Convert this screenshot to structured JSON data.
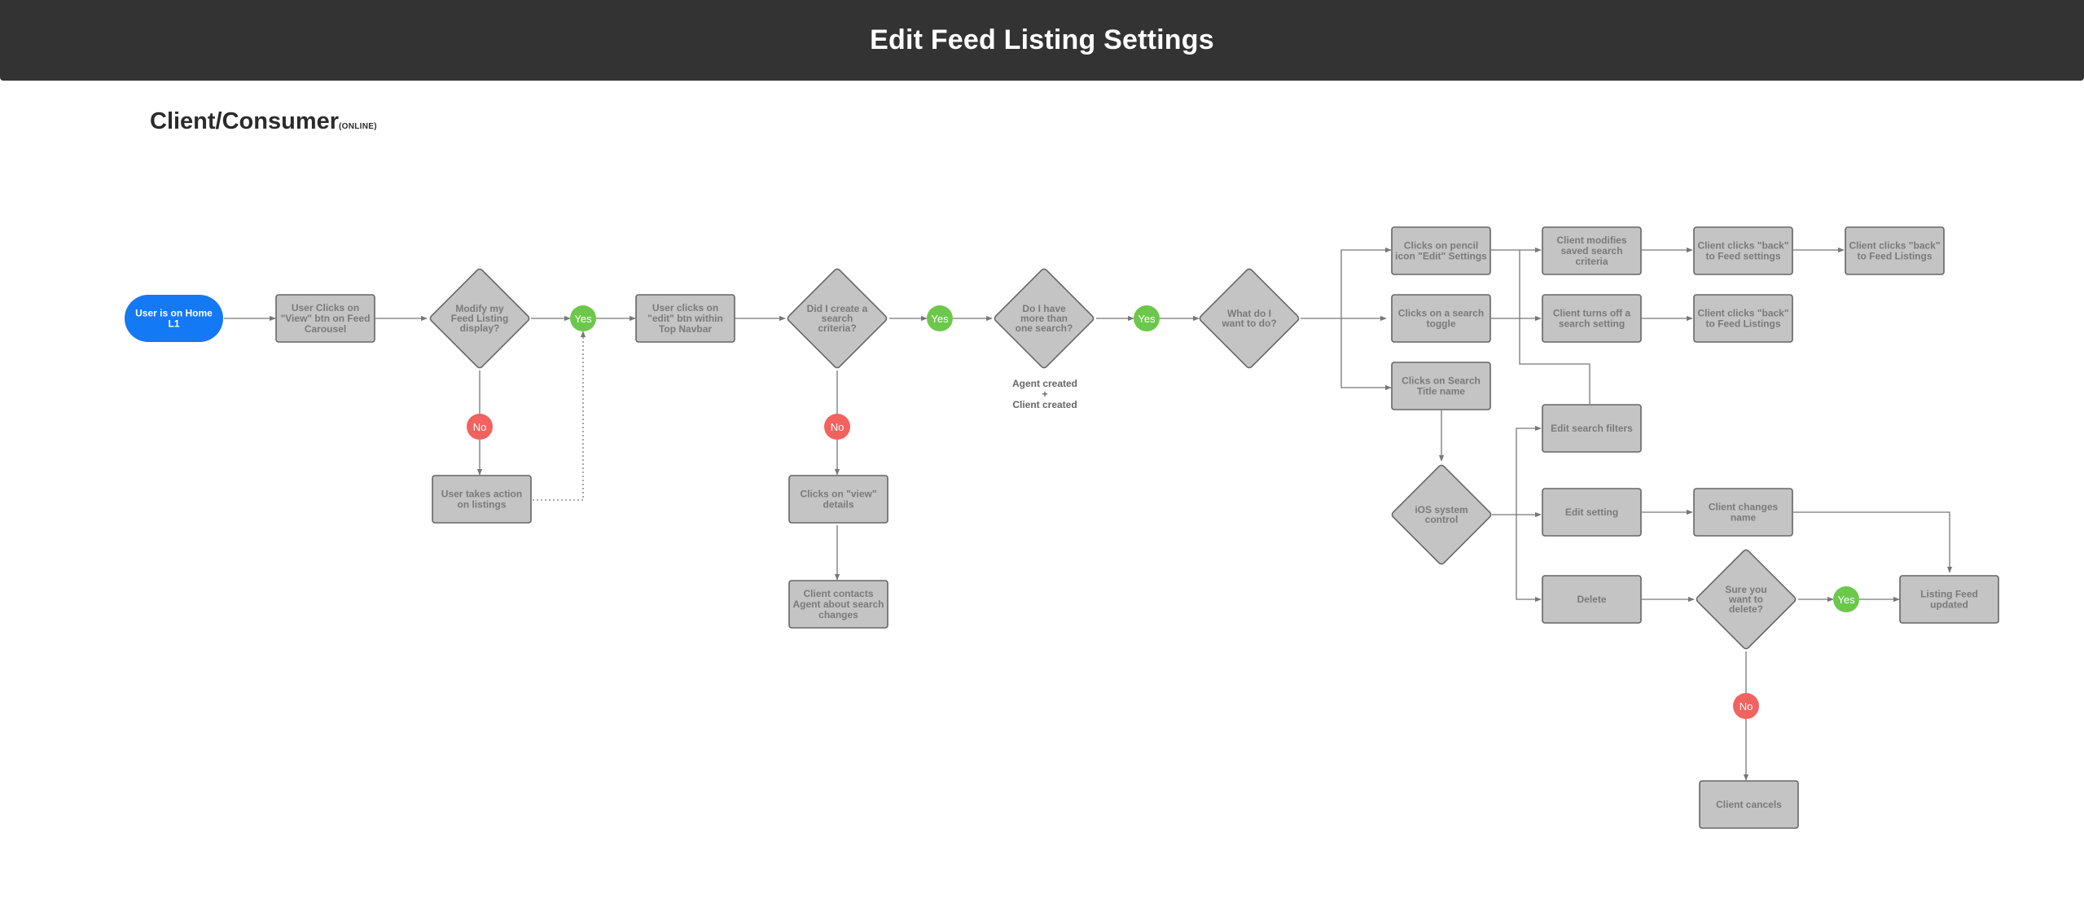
{
  "header": {
    "title": "Edit Feed Listing Settings"
  },
  "section": {
    "title": "Client/Consumer",
    "subtitle": "(ONLINE)"
  },
  "colors": {
    "header_bg": "#333333",
    "start": "#1479f5",
    "node_fill": "#c4c4c4",
    "node_stroke": "#666666",
    "yes": "#6cc84b",
    "no": "#f2625f",
    "edge": "#777777"
  },
  "nodes": {
    "start": [
      "User is on Home",
      "L1"
    ],
    "view_btn": [
      "User Clicks on",
      "\"View\" btn on Feed",
      "Carousel"
    ],
    "modify_display": [
      "Modify my",
      "Feed Listing",
      "display?"
    ],
    "take_action": [
      "User takes action",
      "on listings"
    ],
    "edit_btn": [
      "User clicks on",
      "\"edit\" btn within",
      "Top Navbar"
    ],
    "created_criteria": [
      "Did I create a",
      "search",
      "criteria?"
    ],
    "view_details": [
      "Clicks on \"view\"",
      "details"
    ],
    "contact_agent": [
      "Client contacts",
      "Agent about search",
      "changes"
    ],
    "more_than_one": [
      "Do I have",
      "more than",
      "one search?"
    ],
    "created_note": [
      "Agent created",
      "+",
      "Client created"
    ],
    "what_to_do": [
      "What do I",
      "want to do?"
    ],
    "pencil_icon": [
      "Clicks on pencil",
      "icon \"Edit\" Settings"
    ],
    "search_toggle": [
      "Clicks on a search",
      "toggle"
    ],
    "search_title": [
      "Clicks on Search",
      "Title name"
    ],
    "modifies_criteria": [
      "Client modifies",
      "saved search",
      "criteria"
    ],
    "turns_off": [
      "Client turns off a",
      "search setting"
    ],
    "back_feed_settings": [
      "Client clicks \"back\"",
      "to Feed settings"
    ],
    "back_feed_listings_1": [
      "Client clicks \"back\"",
      "to Feed Listings"
    ],
    "back_feed_listings_2": [
      "Client clicks \"back\"",
      "to Feed Listings"
    ],
    "edit_filters": [
      "Edit search filters"
    ],
    "ios_control": [
      "iOS system",
      "control"
    ],
    "edit_setting": [
      "Edit setting"
    ],
    "delete": [
      "Delete"
    ],
    "changes_name": [
      "Client changes",
      "name"
    ],
    "sure_delete": [
      "Sure you",
      "want to",
      "delete?"
    ],
    "feed_updated": [
      "Listing Feed",
      "updated"
    ],
    "client_cancels": [
      "Client cancels"
    ]
  },
  "badges": {
    "yes": "Yes",
    "no": "No"
  }
}
